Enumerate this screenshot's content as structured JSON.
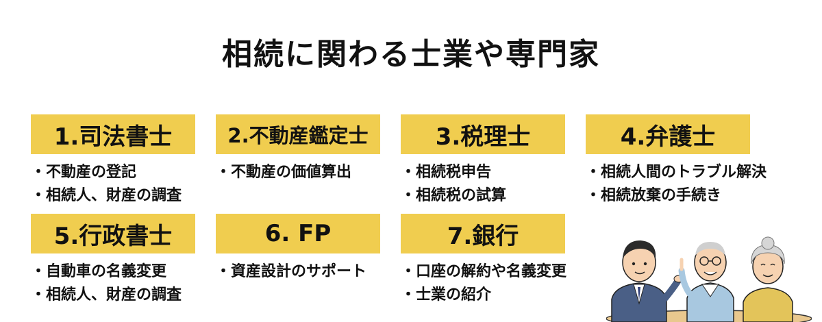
{
  "title": "相続に関わる士業や専門家",
  "cards": [
    {
      "label": "1.司法書士",
      "items": [
        "不動産の登記",
        "相続人、財産の調査"
      ]
    },
    {
      "label": "2.不動産鑑定士",
      "items": [
        "不動産の価値算出"
      ]
    },
    {
      "label": "3.税理士",
      "items": [
        "相続税申告",
        "相続税の試算"
      ]
    },
    {
      "label": "4.弁護士",
      "items": [
        "相続人間のトラブル解決",
        "相続放棄の手続き"
      ]
    },
    {
      "label": "5.行政書士",
      "items": [
        "自動車の名義変更",
        "相続人、財産の調査"
      ]
    },
    {
      "label": "6. FP",
      "items": [
        "資産設計のサポート"
      ]
    },
    {
      "label": "7.銀行",
      "items": [
        "口座の解約や名義変更",
        "士業の紹介"
      ]
    }
  ],
  "colors": {
    "label_bg": "#f0cd4f",
    "text": "#111111"
  },
  "illustration": "consultant-and-elderly-couple"
}
